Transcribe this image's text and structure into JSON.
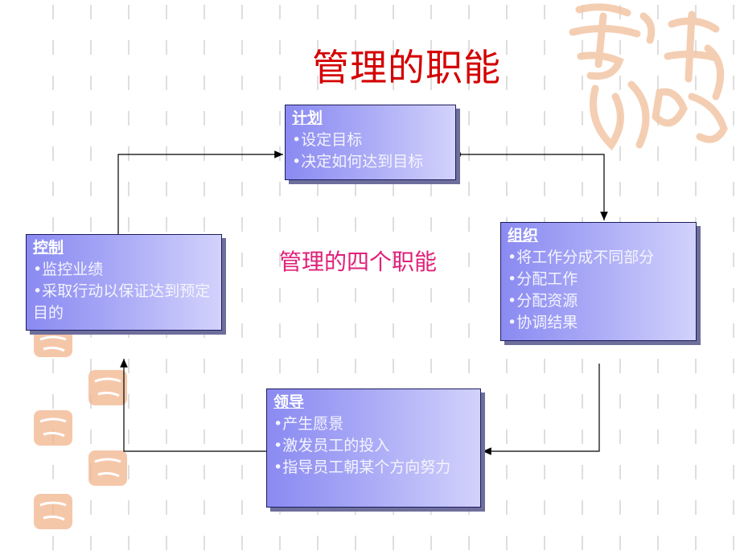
{
  "slide": {
    "title": "管理的职能",
    "center_caption": "管理的四个职能",
    "accent_colors": {
      "title": "#d40000",
      "caption": "#e0207a",
      "box_fill": "#8a8af2",
      "watermark": "#f2b48c"
    },
    "watermark": {
      "text": "吉祥如意",
      "kind": "calligraphy-seal"
    }
  },
  "functions": {
    "plan": {
      "title": "计划",
      "items": [
        "•设定目标",
        "•决定如何达到目标"
      ]
    },
    "organize": {
      "title": "组织",
      "items": [
        "•将工作分成不同部分",
        "•分配工作",
        "•分配资源",
        "•协调结果"
      ]
    },
    "lead": {
      "title": "领导",
      "items": [
        "•产生愿景",
        "•激发员工的投入",
        "•指导员工朝某个方向努力"
      ]
    },
    "control": {
      "title": "控制",
      "items": [
        "•监控业绩",
        "•采取行动以保证达到预定目的"
      ]
    }
  }
}
